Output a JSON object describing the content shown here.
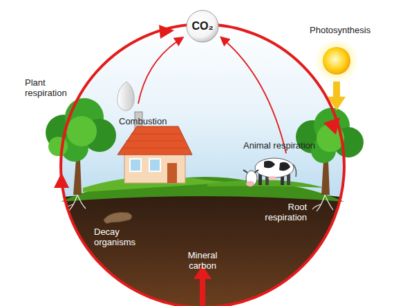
{
  "diagram": {
    "nodes": [
      {
        "text": [
          "CO₂"
        ]
      }
    ],
    "labels": [
      "Plant respiration",
      "Combustion",
      "Photosynthesis",
      "Animal respiration",
      "Root respiration",
      "Decay organisms",
      "Mineral carbon"
    ]
  }
}
